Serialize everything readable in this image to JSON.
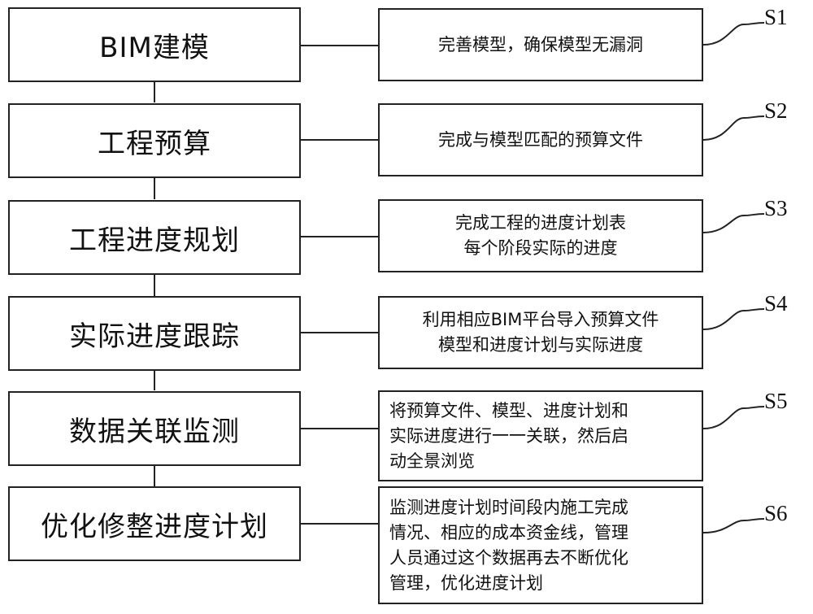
{
  "steps": [
    {
      "id": "S1",
      "title": "BIM建模",
      "note_lines": [
        "完善模型，确保模型无漏洞"
      ]
    },
    {
      "id": "S2",
      "title": "工程预算",
      "note_lines": [
        "完成与模型匹配的预算文件"
      ]
    },
    {
      "id": "S3",
      "title": "工程进度规划",
      "note_lines": [
        "完成工程的进度计划表",
        "每个阶段实际的进度"
      ]
    },
    {
      "id": "S4",
      "title": "实际进度跟踪",
      "note_lines": [
        "利用相应BIM平台导入预算文件",
        "模型和进度计划与实际进度"
      ]
    },
    {
      "id": "S5",
      "title": "数据关联监测",
      "note_lines": [
        "将预算文件、模型、进度计划和",
        "实际进度进行一一关联，然后启",
        "动全景浏览"
      ]
    },
    {
      "id": "S6",
      "title": "优化修整进度计划",
      "note_lines": [
        "监测进度计划时间段内施工完成",
        "情况、相应的成本资金线，管理",
        "人员通过这个数据再去不断优化",
        "管理，优化进度计划"
      ]
    }
  ]
}
